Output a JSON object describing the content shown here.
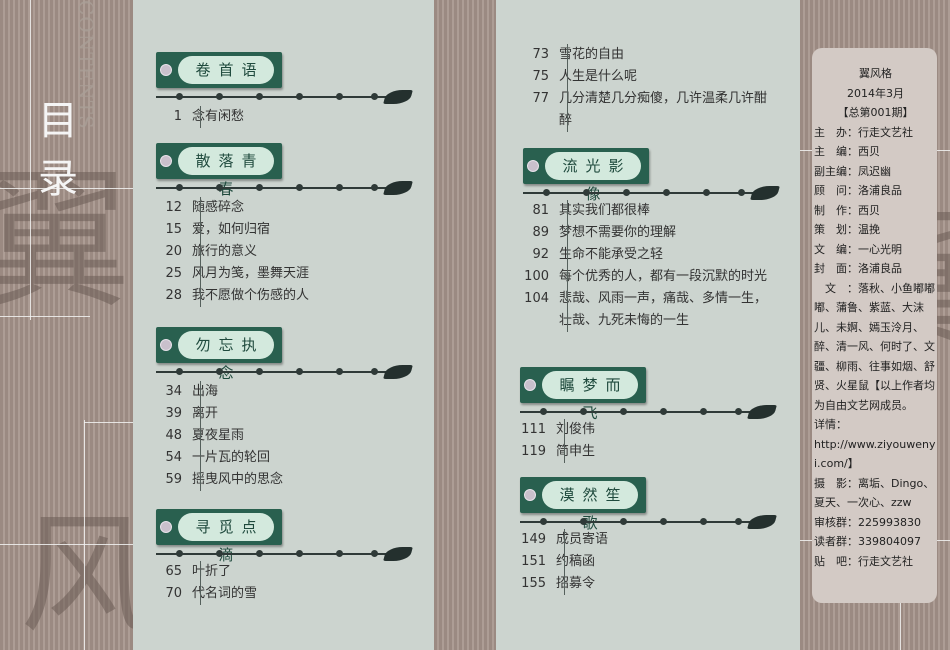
{
  "page_title": "目录",
  "page_title_chars": [
    "目",
    "录"
  ],
  "contents_word": "CONTENTS",
  "big_chars": [
    "翼",
    "风",
    "翼"
  ],
  "sections": [
    {
      "title": "卷首语",
      "entries": [
        {
          "page": "1",
          "text": "念有闲愁"
        }
      ]
    },
    {
      "title": "散落青春",
      "entries": [
        {
          "page": "12",
          "text": "随感碎念"
        },
        {
          "page": "15",
          "text": "爱，如何归宿"
        },
        {
          "page": "20",
          "text": "旅行的意义"
        },
        {
          "page": "25",
          "text": "风月为笺，墨舞天涯"
        },
        {
          "page": "28",
          "text": "我不愿做个伤感的人"
        }
      ]
    },
    {
      "title": "勿忘执念",
      "entries": [
        {
          "page": "34",
          "text": "出海"
        },
        {
          "page": "39",
          "text": "离开"
        },
        {
          "page": "48",
          "text": "夏夜星雨"
        },
        {
          "page": "54",
          "text": "一片瓦的轮回"
        },
        {
          "page": "59",
          "text": "摇曳风中的思念"
        }
      ]
    },
    {
      "title": "寻觅点滴",
      "entries": [
        {
          "page": "65",
          "text": "叶折了"
        },
        {
          "page": "70",
          "text": "代名词的雪"
        }
      ]
    }
  ],
  "sections_right_top": [
    {
      "page": "73",
      "text": "雪花的自由"
    },
    {
      "page": "75",
      "text": "人生是什么呢"
    },
    {
      "page": "77",
      "text": "几分清楚几分痴傻，几许温柔几许酣醉"
    }
  ],
  "sections_right": [
    {
      "title": "流光影像",
      "entries": [
        {
          "page": "81",
          "text": "其实我们都很棒"
        },
        {
          "page": "89",
          "text": "梦想不需要你的理解"
        },
        {
          "page": "92",
          "text": "生命不能承受之轻"
        },
        {
          "page": "100",
          "text": "每个优秀的人，都有一段沉默的时光"
        },
        {
          "page": "104",
          "text": "悲哉、风雨一声，痛哉、多情一生，壮哉、九死未悔的一生"
        }
      ]
    },
    {
      "title": "瞩梦而飞",
      "entries": [
        {
          "page": "111",
          "text": "刘俊伟"
        },
        {
          "page": "119",
          "text": "简申生"
        }
      ]
    },
    {
      "title": "漠然笙歌",
      "entries": [
        {
          "page": "149",
          "text": "成员寄语"
        },
        {
          "page": "151",
          "text": "约稿函"
        },
        {
          "page": "155",
          "text": "招募令"
        }
      ]
    }
  ],
  "info": {
    "name": "翼风格",
    "date": "2014年3月",
    "issue": "【总第001期】",
    "lines": [
      "主　办：行走文艺社",
      "主　编：西贝",
      "副主编：凤迟幽",
      "顾　问：洛浦良品",
      "制　作：西贝",
      "策　划：温挽",
      "文　编：一心光明",
      "封　面：洛浦良品",
      "　文　：落秋、小鱼嘟嘟嘟、蒲鲁、紫蓝、大沫儿、未婀、嫣玉泠月、醉、清一风、何时了、文疆、柳雨、往事如烟、舒贤、火星鼠【以上作者均为自由文艺网成员。",
      "详情：",
      "http://www.ziyouwenyi.com/】",
      "摄　影：离垢、Dingo、夏天、一次心、zzw",
      "审核群：225993830",
      "读者群：339804097",
      "贴　吧：行走文艺社"
    ]
  },
  "colors": {
    "tab": "#29604f",
    "tab_label_bg": "#d3e9dd",
    "panel": "#ccd4cf",
    "stripe": "#9b8a82",
    "card": "#d3cac5"
  }
}
